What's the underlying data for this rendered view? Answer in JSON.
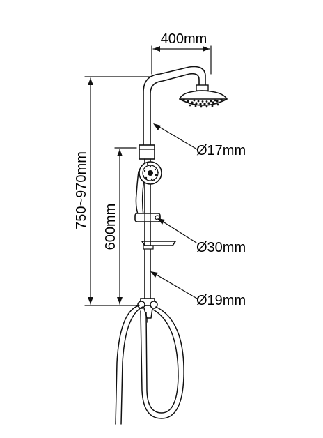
{
  "dimensions": {
    "top_width": "400mm",
    "overall_height": "750~970mm",
    "slide_height": "600mm"
  },
  "callouts": {
    "upper_pipe": "Ø17mm",
    "slide_bar": "Ø30mm",
    "lower_pipe": "Ø19mm"
  },
  "colors": {
    "line": "#111111",
    "background": "#ffffff"
  }
}
